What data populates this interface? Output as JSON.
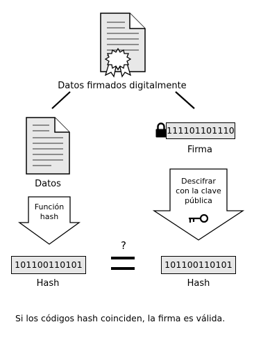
{
  "signed_data": {
    "label": "Datos firmados digitalmente"
  },
  "data_doc": {
    "label": "Datos"
  },
  "signature": {
    "binary": "111101101110",
    "label": "Firma"
  },
  "hash_function": {
    "line1": "Función",
    "line2": "hash"
  },
  "decrypt": {
    "line1": "Descifrar",
    "line2": "con la clave",
    "line3": "pública"
  },
  "left_hash": {
    "binary": "101100110101",
    "label": "Hash"
  },
  "right_hash": {
    "binary": "101100110101",
    "label": "Hash"
  },
  "comparison": {
    "question": "?"
  },
  "conclusion": "Si los códigos hash coinciden, la firma es válida.",
  "icons": [
    "signed-document-icon",
    "document-icon",
    "padlock-icon",
    "key-icon",
    "equals-icon"
  ]
}
